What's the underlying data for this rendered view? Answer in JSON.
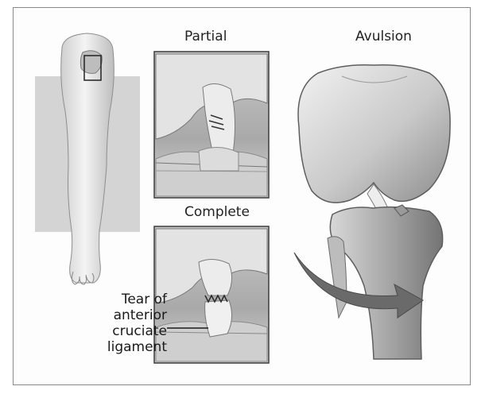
{
  "labels": {
    "partial": "Partial",
    "avulsion": "Avulsion",
    "complete": "Complete",
    "tear_line1": "Tear of",
    "tear_line2": "anterior",
    "tear_line3": "cruciate",
    "tear_line4": "ligament"
  },
  "colors": {
    "bone_light": "#e6e6e6",
    "bone_mid": "#b4b4b4",
    "bone_dark": "#6f6f6f",
    "ligament": "#ededed",
    "arrow": "#6a6a6a",
    "frame": "#8a8a8a",
    "backdrop": "#d2d2d2"
  },
  "icons": {
    "leg": "leg-illustration",
    "partial_tear": "partial-tear-illustration",
    "complete_tear": "complete-tear-illustration",
    "avulsion": "avulsion-knee-illustration",
    "arrow": "curved-arrow-icon"
  }
}
